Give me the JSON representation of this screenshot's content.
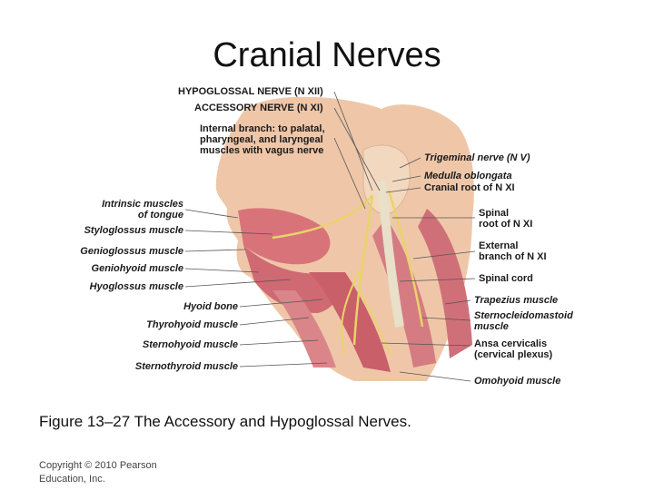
{
  "title": "Cranial Nerves",
  "caption": "Figure 13–27 The Accessory and Hypoglossal Nerves.",
  "copyright": {
    "line1": "Copyright © 2010 Pearson",
    "line2": "Education, Inc."
  },
  "labels": {
    "top": {
      "hypoglossal": "HYPOGLOSSAL NERVE (N XII)",
      "accessory": "ACCESSORY NERVE (N XI)",
      "internal_branch_1": "Internal branch: to palatal,",
      "internal_branch_2": "pharyngeal, and laryngeal",
      "internal_branch_3": "muscles with vagus nerve"
    },
    "left": {
      "intrinsic_1": "Intrinsic muscles",
      "intrinsic_2": "of tongue",
      "styloglossus": "Styloglossus muscle",
      "genioglossus": "Genioglossus muscle",
      "geniohyoid": "Geniohyoid muscle",
      "hyoglossus": "Hyoglossus muscle",
      "hyoid": "Hyoid bone",
      "thyrohyoid": "Thyrohyoid muscle",
      "sternohyoid": "Sternohyoid muscle",
      "sternothyroid": "Sternothyroid muscle"
    },
    "right": {
      "trigeminal": "Trigeminal nerve (N V)",
      "medulla": "Medulla oblongata",
      "cranial_root": "Cranial root of N XI",
      "spinal_root_1": "Spinal",
      "spinal_root_2": "root of N XI",
      "external_1": "External",
      "external_2": "branch of N XI",
      "spinal_cord": "Spinal cord",
      "trapezius": "Trapezius muscle",
      "scm_1": "Sternocleidomastoid",
      "scm_2": "muscle",
      "ansa_1": "Ansa cervicalis",
      "ansa_2": "(cervical plexus)",
      "omohyoid": "Omohyoid muscle"
    }
  },
  "colors": {
    "skin": "#efc7a8",
    "muscle": "#d9737a",
    "muscle_dark": "#b8525c",
    "nerve": "#e9d36a",
    "bone": "#e8e0c8"
  }
}
